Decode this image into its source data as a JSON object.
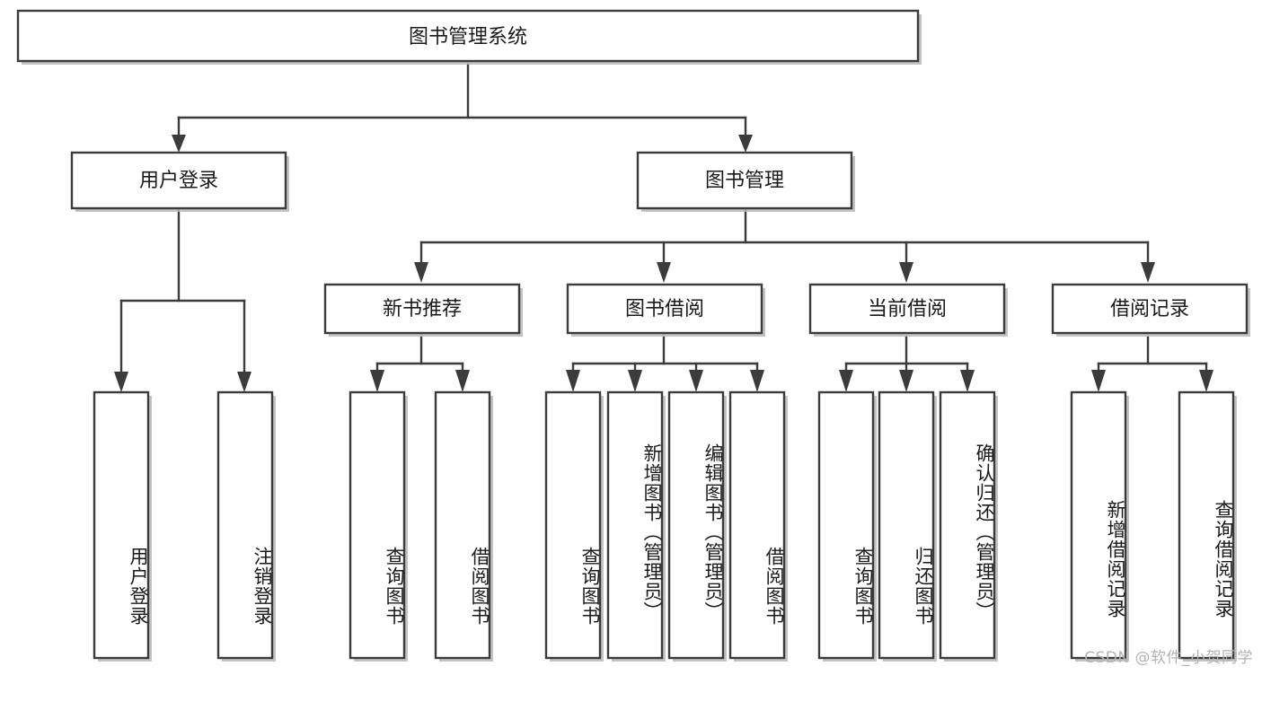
{
  "diagram": {
    "type": "tree",
    "title": "图书管理系统",
    "root": {
      "label": "图书管理系统",
      "children": [
        {
          "label": "用户登录",
          "children": [
            {
              "label": "用户登录"
            },
            {
              "label": "注销登录"
            }
          ]
        },
        {
          "label": "图书管理",
          "children": [
            {
              "label": "新书推荐",
              "children": [
                {
                  "label": "查询图书"
                },
                {
                  "label": "借阅图书"
                }
              ]
            },
            {
              "label": "图书借阅",
              "children": [
                {
                  "label": "查询图书"
                },
                {
                  "label": "新增图书（管理员）"
                },
                {
                  "label": "编辑图书（管理员）"
                },
                {
                  "label": "借阅图书"
                }
              ]
            },
            {
              "label": "当前借阅",
              "children": [
                {
                  "label": "查询图书"
                },
                {
                  "label": "归还图书"
                },
                {
                  "label": "确认归还（管理员）"
                }
              ]
            },
            {
              "label": "借阅记录",
              "children": [
                {
                  "label": "新增借阅记录"
                },
                {
                  "label": "查询借阅记录"
                }
              ]
            }
          ]
        }
      ]
    },
    "nodes": {
      "root": "图书管理系统",
      "l2_user_login": "用户登录",
      "l2_book_manage": "图书管理",
      "l3_new_book": "新书推荐",
      "l3_borrow": "图书借阅",
      "l3_current": "当前借阅",
      "l3_record": "借阅记录",
      "leaf_user_login": "用户登录",
      "leaf_logout": "注销登录",
      "leaf_nb_query": "查询图书",
      "leaf_nb_borrow": "借阅图书",
      "leaf_bb_query": "查询图书",
      "leaf_bb_add": "新增图书（管理员）",
      "leaf_bb_edit": "编辑图书（管理员）",
      "leaf_bb_borrow": "借阅图书",
      "leaf_cb_query": "查询图书",
      "leaf_cb_return": "归还图书",
      "leaf_cb_confirm": "确认归还（管理员）",
      "leaf_br_add": "新增借阅记录",
      "leaf_br_query": "查询借阅记录"
    }
  },
  "colors": {
    "stroke": "#3b3b3b",
    "fill": "#ffffff",
    "text": "#1a1a1a",
    "shadow": "#b9b9b9",
    "watermark": "#b3b3b3"
  },
  "watermark": {
    "text": "CSDN @软件_小贺同学"
  }
}
